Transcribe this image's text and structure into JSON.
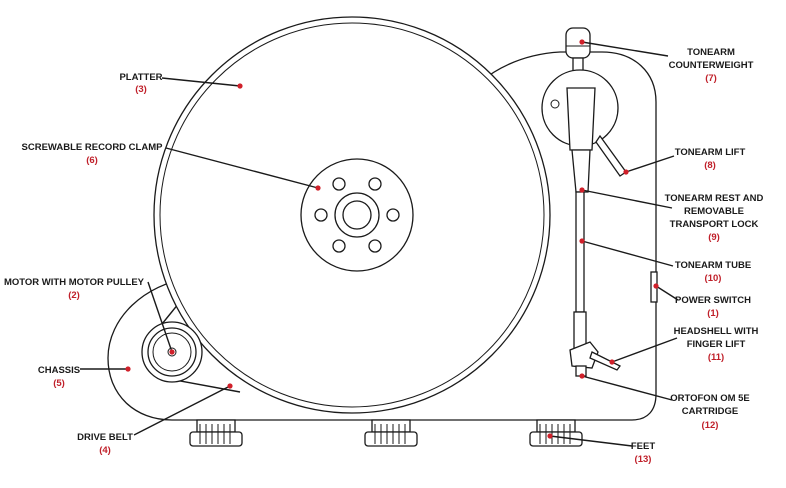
{
  "labels": [
    {
      "id": "platter",
      "lines": [
        "PLATTER"
      ],
      "number": "(3)"
    },
    {
      "id": "record-clamp",
      "lines": [
        "SCREWABLE RECORD CLAMP"
      ],
      "number": "(6)"
    },
    {
      "id": "motor",
      "lines": [
        "MOTOR WITH MOTOR PULLEY"
      ],
      "number": "(2)"
    },
    {
      "id": "chassis",
      "lines": [
        "CHASSIS"
      ],
      "number": "(5)"
    },
    {
      "id": "drive-belt",
      "lines": [
        "DRIVE BELT"
      ],
      "number": "(4)"
    },
    {
      "id": "counterweight",
      "lines": [
        "TONEARM",
        "COUNTERWEIGHT"
      ],
      "number": "(7)"
    },
    {
      "id": "tonearm-lift",
      "lines": [
        "TONEARM LIFT"
      ],
      "number": "(8)"
    },
    {
      "id": "tonearm-rest",
      "lines": [
        "TONEARM REST AND",
        "REMOVABLE",
        "TRANSPORT LOCK"
      ],
      "number": "(9)"
    },
    {
      "id": "tonearm-tube",
      "lines": [
        "TONEARM TUBE"
      ],
      "number": "(10)"
    },
    {
      "id": "power-switch",
      "lines": [
        "POWER SWITCH"
      ],
      "number": "(1)"
    },
    {
      "id": "headshell",
      "lines": [
        "HEADSHELL WITH",
        "FINGER LIFT"
      ],
      "number": "(11)"
    },
    {
      "id": "cartridge",
      "lines": [
        "ORTOFON OM 5E",
        "CARTRIDGE"
      ],
      "number": "(12)"
    },
    {
      "id": "feet",
      "lines": [
        "FEET"
      ],
      "number": "(13)"
    }
  ]
}
